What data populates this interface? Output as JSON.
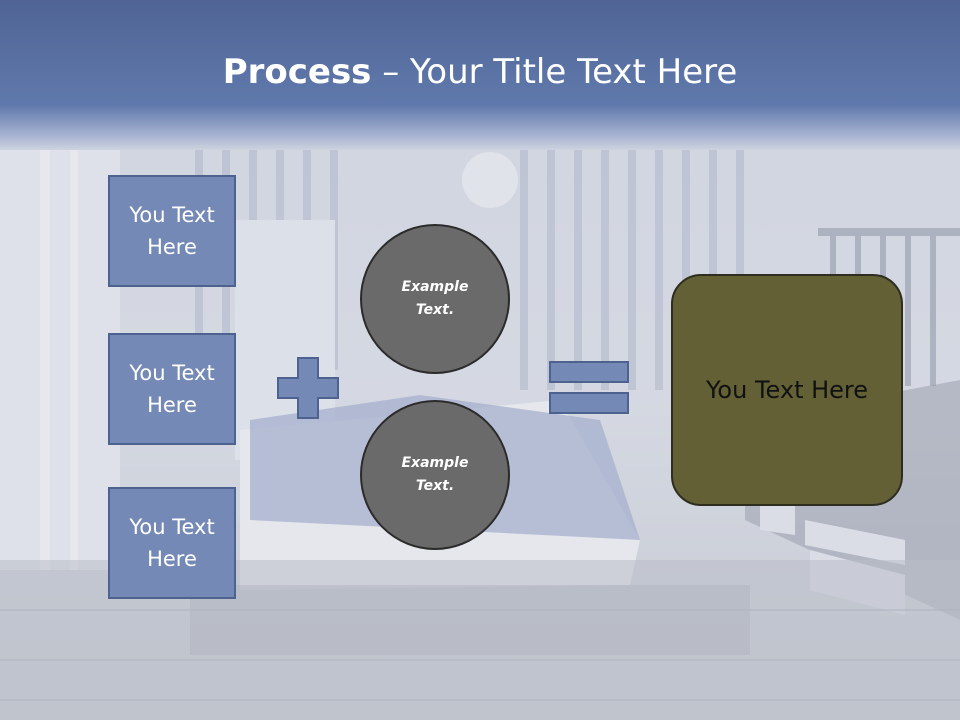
{
  "title": {
    "bold": "Process",
    "rest": " – Your Title Text Here"
  },
  "boxes": [
    {
      "label": "You Text Here"
    },
    {
      "label": "You Text Here"
    },
    {
      "label": "You Text Here"
    }
  ],
  "circles": [
    {
      "label": "Example Text."
    },
    {
      "label": "Example Text."
    }
  ],
  "result": {
    "label": "You Text Here"
  },
  "colors": {
    "title_bar": "#5a6fa2",
    "box_fill": "#7589b6",
    "circle_fill": "#6a6a6a",
    "result_fill": "#636036"
  }
}
